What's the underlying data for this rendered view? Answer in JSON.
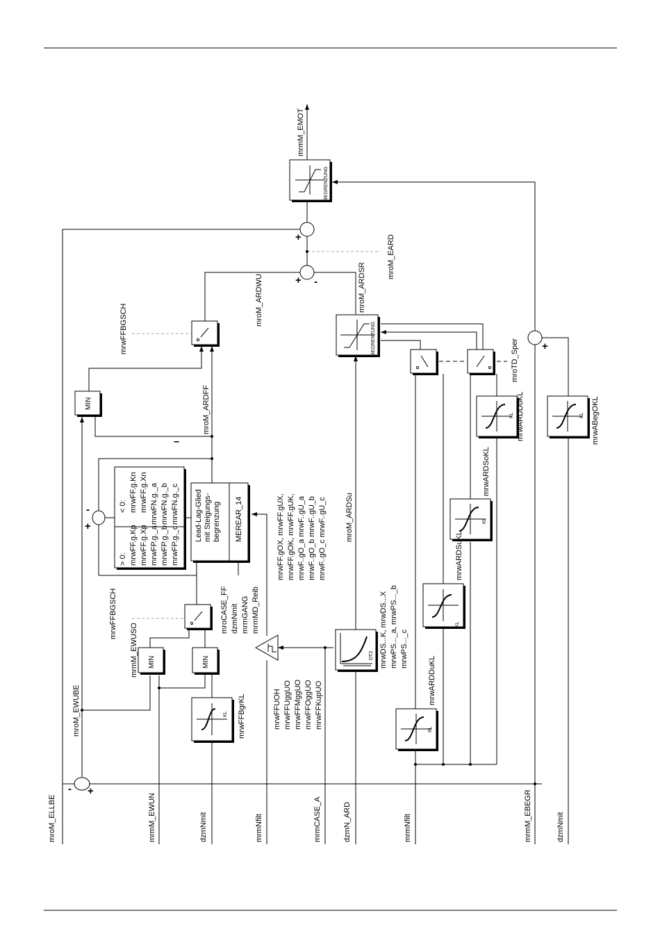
{
  "signals": {
    "mroM_ELLBE": "mroM_ELLBE",
    "mrmM_EWUN": "mrmM_EWUN",
    "dzmNmit": "dzmNmit",
    "mrmNfilt": "mrmNfilt",
    "mrmCASE_A": "mrmCASE_A",
    "dzmN_ARD": "dzmN_ARD",
    "mrmM_EBEGR": "mrmM_EBEGR",
    "mrmM_EMOT": "mrmM_EMOT",
    "mroM_EARD": "mroM_EARD",
    "mroM_ARDSR": "mroM_ARDSR",
    "mroM_ARDWU": "mroM_ARDWU",
    "mroM_ARDFF": "mroM_ARDFF",
    "mroM_ARDSu": "mroM_ARDSu",
    "mroM_EWUBE": "mroM_EWUBE",
    "mrmM_EWUSO": "mrmM_EWUSO",
    "mrwFFBGSCH": "mrwFFBGSCH",
    "mroTD_Sper": "mroTD_Sper",
    "mrwFFBgrKL": "mrwFFBgrKL",
    "mrwARDDuKL": "mrwARDDuKL",
    "mrwARDSuKL": "mrwARDSuKL",
    "mrwARDSoKL": "mrwARDSoKL",
    "mrwARDDoKL": "mrwARDDoKL",
    "mrwABegOKL": "mrwABegOKL"
  },
  "blocks": {
    "min": "MIN",
    "kl": "KL",
    "begrenzung": "BEGRENZUNG",
    "dt2": "DT2",
    "merear": "MEREAR_14",
    "leadlag": [
      "Lead-Lag-Glied",
      "mit Steigungs-",
      "begrenzung"
    ],
    "leadlag_inputs": [
      "mroCASE_FF",
      "dzmNmit",
      "mrmGANG",
      "mrmMD_Reib"
    ],
    "param_pos_col1": [
      "> 0:",
      "mrwFF.g.Kp",
      "mrwFF.g.Xp",
      "mrwFP.g._a",
      "mrwFP.g._b",
      "mrwFP.g._c"
    ],
    "param_pos_col2": [
      "",
      "",
      "",
      "mrwFN.g._a",
      "mrwFN.g._b",
      "mrwFN.g._c"
    ],
    "param_neg": [
      "< 0:",
      "mrwFF.g.Kn",
      "mrwFF.g.Xn"
    ],
    "gain_params": [
      "mrwFF.gOX, mrwFF.gUX,",
      "mrwFF.gOK, mrwFF.gUK,",
      "mrwF..gO_a  mrwF..gU_a",
      "mrwF..gO_b  mrwF..gU_b",
      "mrwF..gO_c  mrwF..gU_c"
    ],
    "hyst_params": [
      "mrwFFUOH",
      "mrwFFUggUO",
      "mrwFFMggUO",
      "mrwFFOggUO",
      "mrwFFKupUO"
    ],
    "dt2_params": [
      "mrwDS...K, mrwDS...X",
      "mrwPS..._a, mrwPS..._b",
      "mrwPS..._c"
    ]
  },
  "signs": {
    "plus": "+",
    "minus": "-",
    "bar": "–"
  }
}
